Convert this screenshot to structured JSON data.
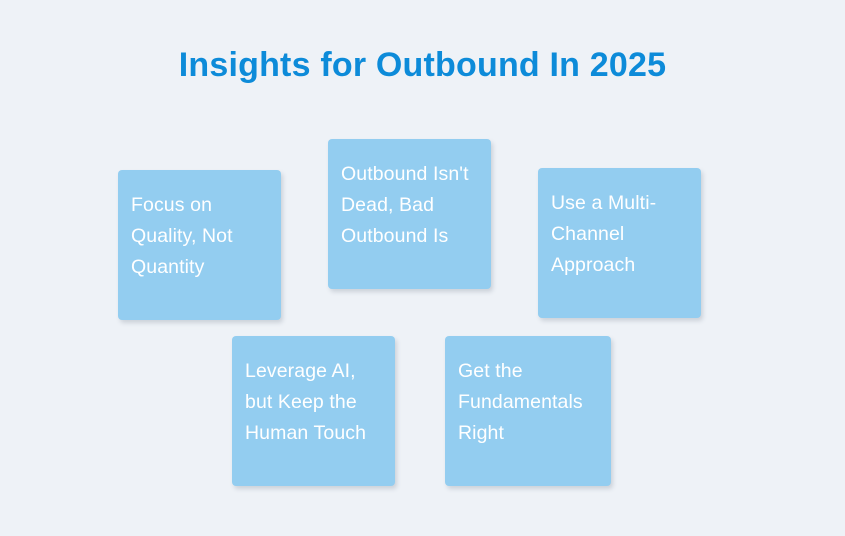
{
  "slide": {
    "title": "Insights for Outbound In 2025",
    "background_color": "#eef2f7",
    "title_color": "#0d8bd9",
    "card_color": "#93cdf0",
    "card_text_color": "#ffffff",
    "cards": [
      {
        "text": "Focus on Quality, Not Quantity"
      },
      {
        "text": "Outbound Isn't Dead, Bad Outbound Is"
      },
      {
        "text": "Use a Multi-Channel Approach"
      },
      {
        "text": "Leverage AI, but Keep the Human Touch"
      },
      {
        "text": "Get the Fundamentals Right"
      }
    ]
  }
}
